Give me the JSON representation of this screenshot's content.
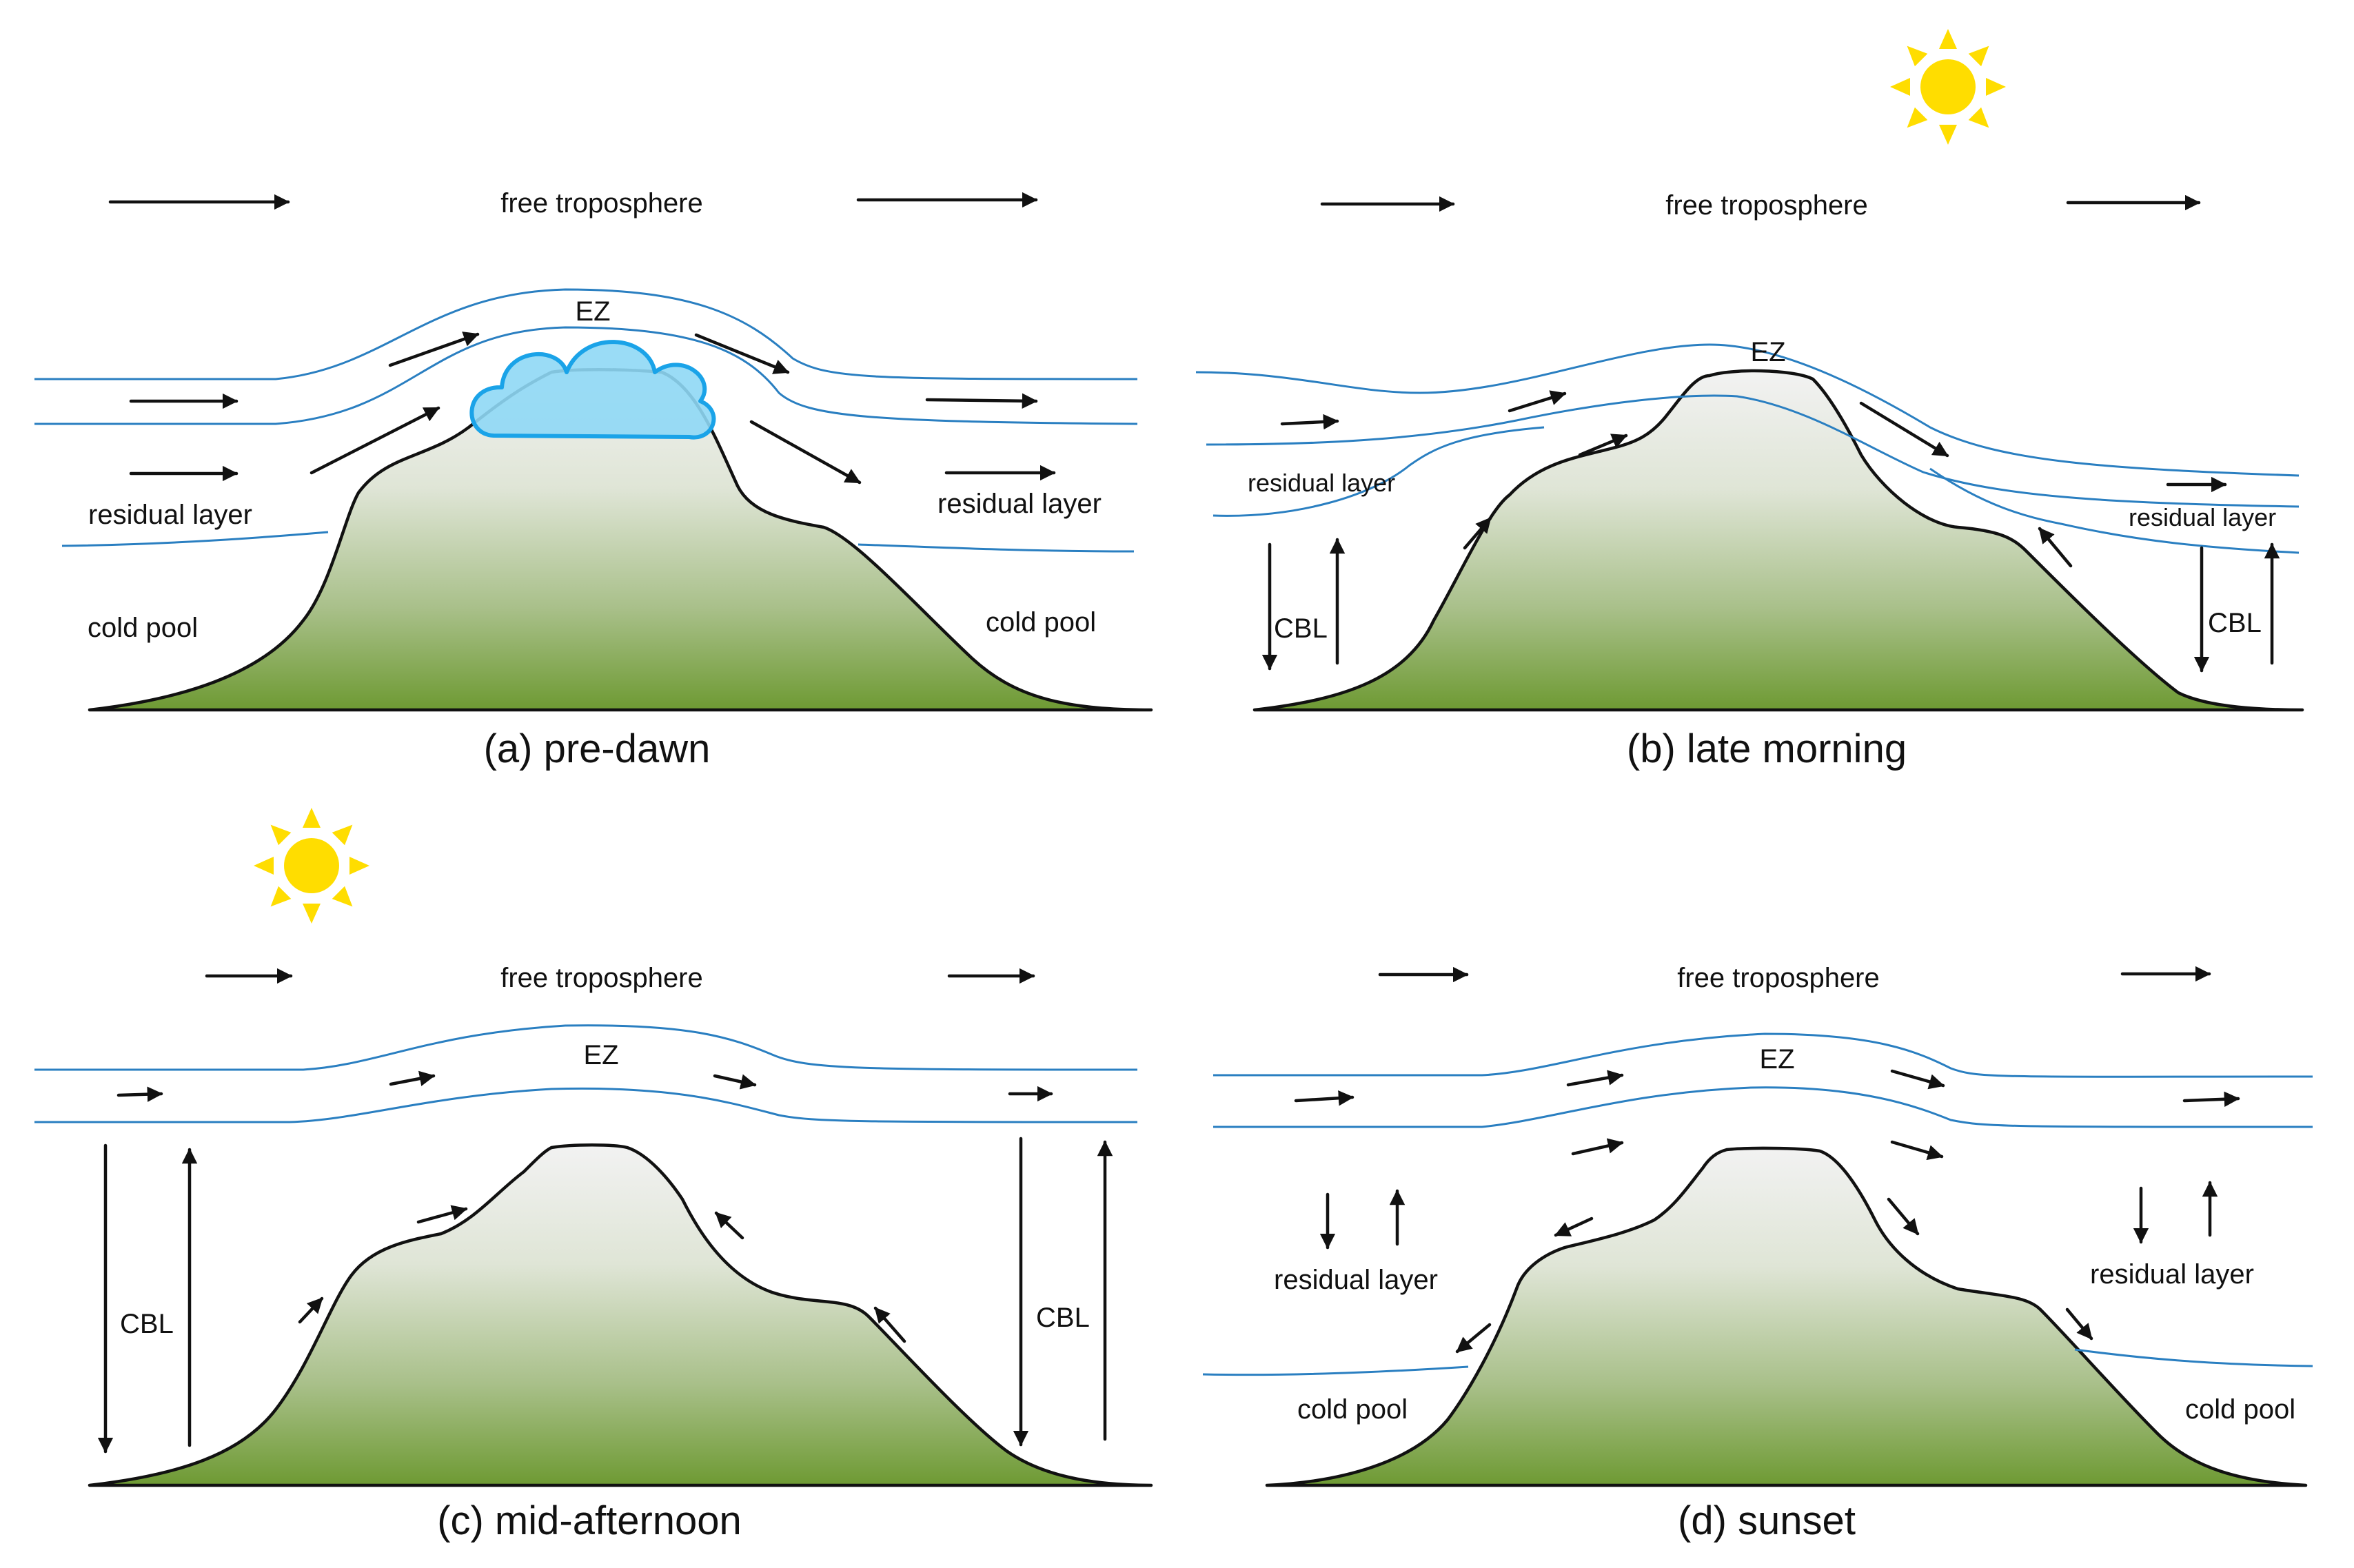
{
  "colors": {
    "layer_line": "#2a7fc1",
    "mountain_top": "#f2f2f2",
    "mountain_base": "#6e9a33",
    "cloud_fill": "#8fd8f5",
    "cloud_stroke": "#1aa3e8",
    "sun": "#ffdd00"
  },
  "panels": {
    "a": {
      "caption": "(a) pre-dawn",
      "free_troposphere": "free troposphere",
      "ez": "EZ",
      "residual_left": "residual layer",
      "residual_right": "residual layer",
      "cold_left": "cold pool",
      "cold_right": "cold pool"
    },
    "b": {
      "caption": "(b) late morning",
      "free_troposphere": "free troposphere",
      "ez": "EZ",
      "residual_left": "residual layer",
      "residual_right": "residual layer",
      "cbl_left": "CBL",
      "cbl_right": "CBL"
    },
    "c": {
      "caption": "(c) mid-afternoon",
      "free_troposphere": "free troposphere",
      "ez": "EZ",
      "cbl_left": "CBL",
      "cbl_right": "CBL"
    },
    "d": {
      "caption": "(d) sunset",
      "free_troposphere": "free troposphere",
      "ez": "EZ",
      "residual_left": "residual layer",
      "residual_right": "residual layer",
      "cold_left": "cold pool",
      "cold_right": "cold pool"
    }
  }
}
